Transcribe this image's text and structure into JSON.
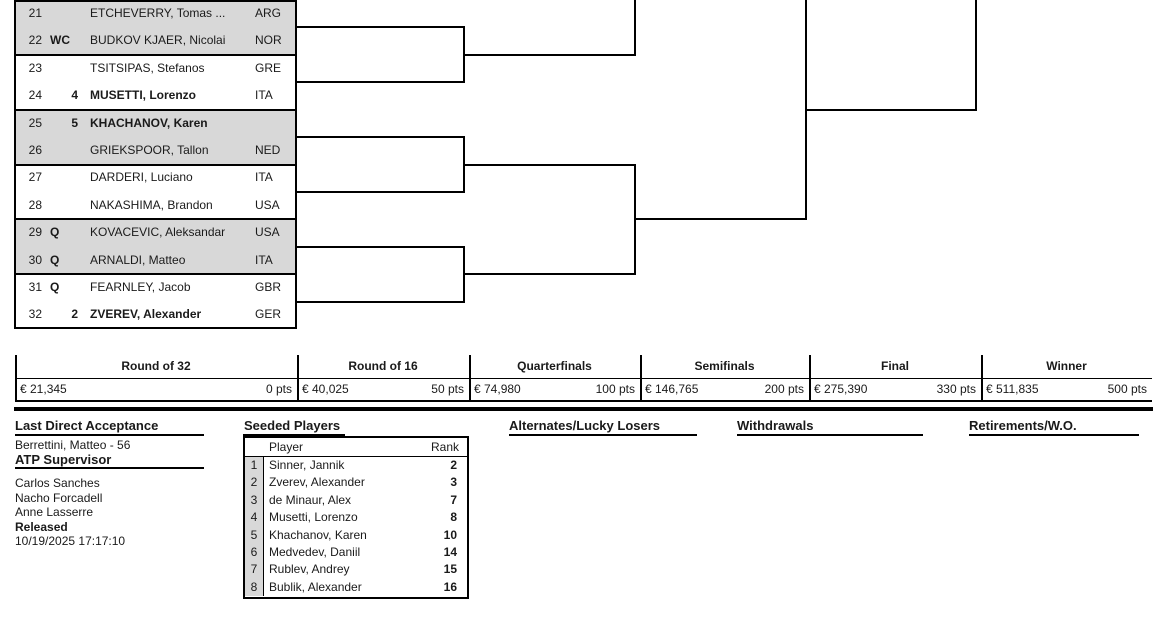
{
  "draw": {
    "rows": [
      {
        "pos": "21",
        "entry": "",
        "seed": "",
        "name": "ETCHEVERRY, Tomas ...",
        "country": "ARG",
        "seeded": false
      },
      {
        "pos": "22",
        "entry": "WC",
        "seed": "",
        "name": "BUDKOV KJAER, Nicolai",
        "country": "NOR",
        "seeded": false
      },
      {
        "pos": "23",
        "entry": "",
        "seed": "",
        "name": "TSITSIPAS, Stefanos",
        "country": "GRE",
        "seeded": false
      },
      {
        "pos": "24",
        "entry": "",
        "seed": "4",
        "name": "MUSETTI, Lorenzo",
        "country": "ITA",
        "seeded": true
      },
      {
        "pos": "25",
        "entry": "",
        "seed": "5",
        "name": "KHACHANOV, Karen",
        "country": "",
        "seeded": true
      },
      {
        "pos": "26",
        "entry": "",
        "seed": "",
        "name": "GRIEKSPOOR, Tallon",
        "country": "NED",
        "seeded": false
      },
      {
        "pos": "27",
        "entry": "",
        "seed": "",
        "name": "DARDERI, Luciano",
        "country": "ITA",
        "seeded": false
      },
      {
        "pos": "28",
        "entry": "",
        "seed": "",
        "name": "NAKASHIMA, Brandon",
        "country": "USA",
        "seeded": false
      },
      {
        "pos": "29",
        "entry": "Q",
        "seed": "",
        "name": "KOVACEVIC, Aleksandar",
        "country": "USA",
        "seeded": false
      },
      {
        "pos": "30",
        "entry": "Q",
        "seed": "",
        "name": "ARNALDI, Matteo",
        "country": "ITA",
        "seeded": false
      },
      {
        "pos": "31",
        "entry": "Q",
        "seed": "",
        "name": "FEARNLEY, Jacob",
        "country": "GBR",
        "seeded": false
      },
      {
        "pos": "32",
        "entry": "",
        "seed": "2",
        "name": "ZVEREV, Alexander",
        "country": "GER",
        "seeded": true
      }
    ]
  },
  "prize": {
    "rounds": [
      {
        "label": "Round of 32",
        "money": "€ 21,345",
        "points": "0 pts"
      },
      {
        "label": "Round of 16",
        "money": "€ 40,025",
        "points": "50 pts"
      },
      {
        "label": "Quarterfinals",
        "money": "€ 74,980",
        "points": "100 pts"
      },
      {
        "label": "Semifinals",
        "money": "€ 146,765",
        "points": "200 pts"
      },
      {
        "label": "Final",
        "money": "€ 275,390",
        "points": "330 pts"
      },
      {
        "label": "Winner",
        "money": "€ 511,835",
        "points": "500 pts"
      }
    ]
  },
  "footer": {
    "last_direct_acceptance": {
      "heading": "Last Direct Acceptance",
      "value": "Berrettini, Matteo - 56"
    },
    "supervisor": {
      "heading": "ATP Supervisor",
      "names": [
        "Carlos Sanches",
        "Nacho Forcadell",
        "Anne Lasserre"
      ]
    },
    "released": {
      "heading": "Released",
      "timestamp": "10/19/2025 17:17:10"
    },
    "seeded_players": {
      "heading": "Seeded Players",
      "columns": {
        "player": "Player",
        "rank": "Rank"
      },
      "rows": [
        {
          "seed": "1",
          "player": "Sinner, Jannik",
          "rank": "2"
        },
        {
          "seed": "2",
          "player": "Zverev, Alexander",
          "rank": "3"
        },
        {
          "seed": "3",
          "player": "de Minaur, Alex",
          "rank": "7"
        },
        {
          "seed": "4",
          "player": "Musetti, Lorenzo",
          "rank": "8"
        },
        {
          "seed": "5",
          "player": "Khachanov, Karen",
          "rank": "10"
        },
        {
          "seed": "6",
          "player": "Medvedev, Daniil",
          "rank": "14"
        },
        {
          "seed": "7",
          "player": "Rublev, Andrey",
          "rank": "15"
        },
        {
          "seed": "8",
          "player": "Bublik, Alexander",
          "rank": "16"
        }
      ]
    },
    "alternates_heading": "Alternates/Lucky Losers",
    "withdrawals_heading": "Withdrawals",
    "retirements_heading": "Retirements/W.O."
  },
  "colors": {
    "row_band": "#d8d8d8",
    "line": "#000000",
    "text": "#1a1a1a"
  }
}
